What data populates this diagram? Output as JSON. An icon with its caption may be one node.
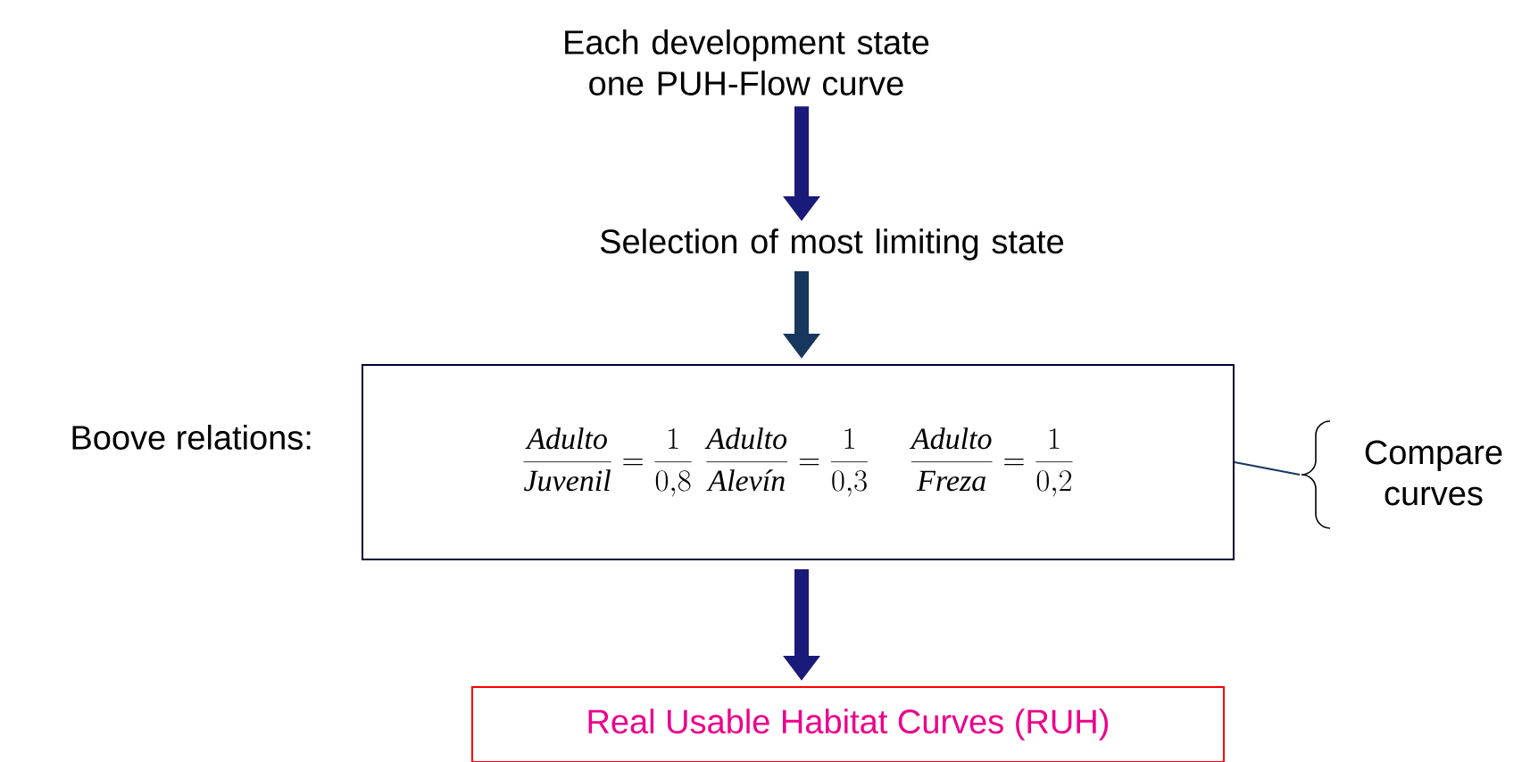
{
  "diagram": {
    "nodes": [
      {
        "text": [
          "Each development state one PUH-Flow curve"
        ]
      },
      {
        "text": [
          "Selection of most limiting state"
        ]
      },
      {
        "text": [
          "\\frac{\\textit{Adulto}}{\\textit{Juvenil}}=\\frac{1}{0{,}8}",
          "\\frac{\\textit{Adulto}}{\\textit{Alevín}}=\\frac{1}{0{,}3}",
          "\\frac{\\textit{Adulto}}{\\textit{Freza}}=\\frac{1}{0{,}2}"
        ]
      },
      {
        "text": [
          "Real Usable Habitat Curves (RUH)"
        ]
      },
      {
        "text": [
          "Compare curves"
        ]
      }
    ],
    "edges": [
      {
        "from": 0,
        "to": 1,
        "arrow": "to",
        "color": "#1a1a7a"
      },
      {
        "from": 1,
        "to": 2,
        "arrow": "to",
        "color": "#17375e"
      },
      {
        "from": 2,
        "to": 3,
        "arrow": "to",
        "color": "#1a1a7a"
      },
      {
        "from": 2,
        "to": 4,
        "arrow": "none"
      }
    ],
    "labels": [
      "Boove relations:"
    ]
  }
}
